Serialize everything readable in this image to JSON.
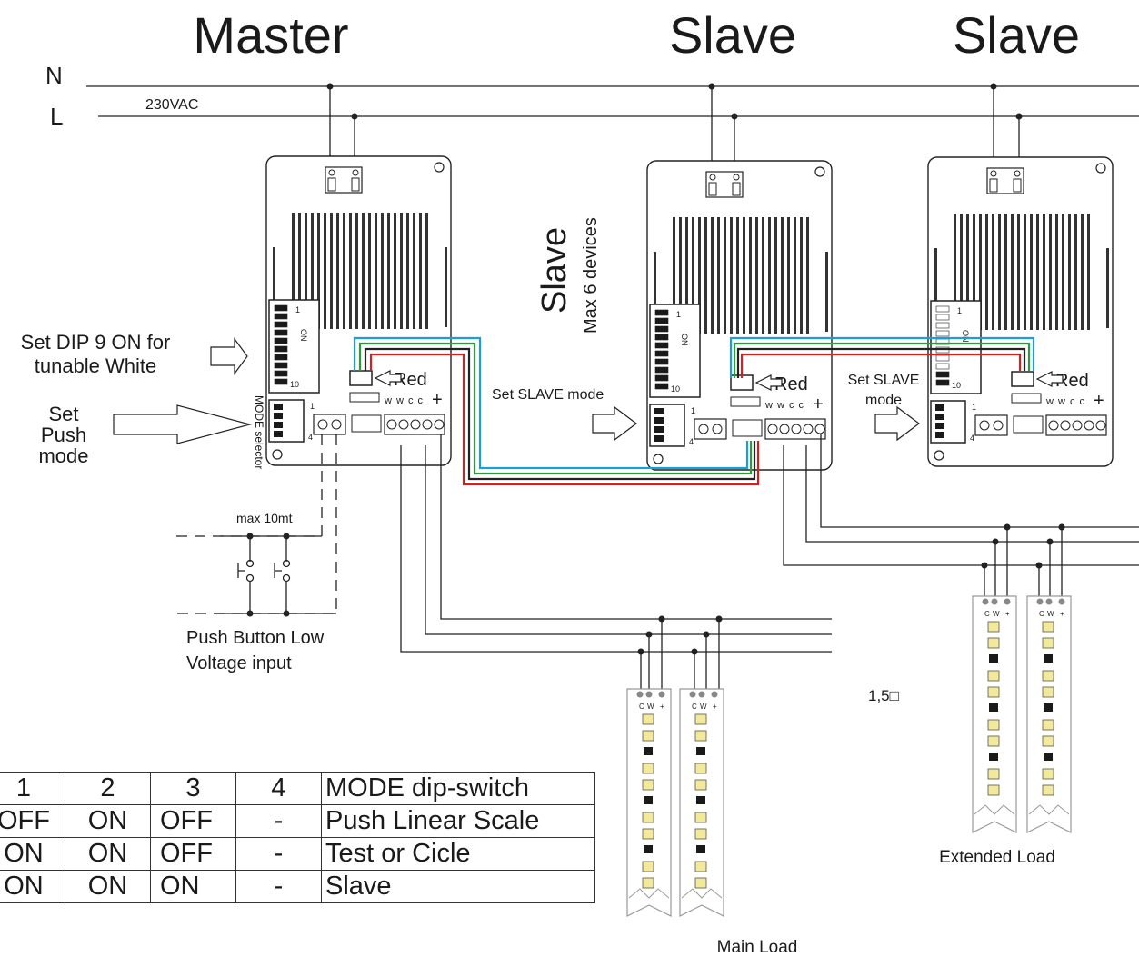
{
  "titles": {
    "master": "Master",
    "slave1": "Slave",
    "slave2": "Slave"
  },
  "lines": {
    "n": "N",
    "l": "L",
    "voltage": "230VAC"
  },
  "notes": {
    "dip9_line1": "Set DIP 9 ON for",
    "dip9_line2": "tunable White",
    "push_line1": "Set",
    "push_line2": "Push",
    "push_line3": "mode",
    "mode_selector": "MODE selector",
    "slave_big": "Slave",
    "slave_max": "Max 6 devices",
    "set_slave_mode": "Set SLAVE mode",
    "set_slave_line1": "Set SLAVE",
    "set_slave_line2": "mode",
    "max_distance": "max 10mt",
    "push_input_line1": "Push Button Low",
    "push_input_line2": "Voltage input",
    "cable_section": "1,5□",
    "main_load": "Main Load",
    "extended_load": "Extended Load"
  },
  "device": {
    "red_label": "Red",
    "terminal_label": "w w c c",
    "plus": "+",
    "on": "ON",
    "dip_1": "1",
    "dip_10": "10",
    "mode_4": "4"
  },
  "strip": {
    "c": "C",
    "w": "W",
    "plus": "+"
  },
  "mode_table": {
    "header": [
      "1",
      "2",
      "3",
      "4",
      "MODE dip-switch"
    ],
    "rows": [
      [
        "OFF",
        "ON",
        "OFF",
        "-",
        "Push Linear Scale"
      ],
      [
        "ON",
        "ON",
        "OFF",
        "-",
        "Test or Cicle"
      ],
      [
        "ON",
        "ON",
        "ON",
        "-",
        "Slave"
      ]
    ]
  },
  "colors": {
    "line": "#222222",
    "blue": "#1a9fd9",
    "green": "#2e9a3e",
    "red": "#d42020"
  }
}
